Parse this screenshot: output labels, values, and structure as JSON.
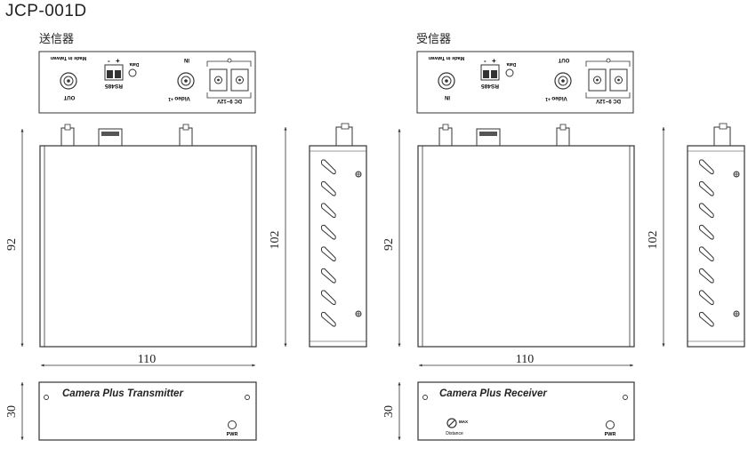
{
  "model": "JCP-001D",
  "transmitter": {
    "group_label": "送信器",
    "made_in": "Made in Taiwan",
    "bnc_out_label": "OUT",
    "rs485_label": "RS485",
    "terminal_minus": "-",
    "terminal_plus": "+",
    "data_label": "Data",
    "video_in_label": "IN",
    "video_label": "Video",
    "video_num": "+1",
    "dc_label": "DC 9~12V",
    "width_dim": "110",
    "height_dim": "92",
    "side_dim": "102",
    "front_dim": "30",
    "brand": "Camera Plus Transmitter",
    "pwr_label": "PWR"
  },
  "receiver": {
    "group_label": "受信器",
    "made_in": "Made in Taiwan",
    "bnc_in_label": "IN",
    "rs485_label": "RS485",
    "terminal_minus": "-",
    "terminal_plus": "+",
    "data_label": "Data",
    "video_out_label": "OUT",
    "video_label": "Video",
    "video_num": "+1",
    "dc_label": "DC 9~12V",
    "width_dim": "110",
    "height_dim": "92",
    "side_dim": "102",
    "front_dim": "30",
    "brand": "Camera Plus Receiver",
    "max_label": "MAX",
    "distance_label": "Distance",
    "pwr_label": "PWR"
  }
}
